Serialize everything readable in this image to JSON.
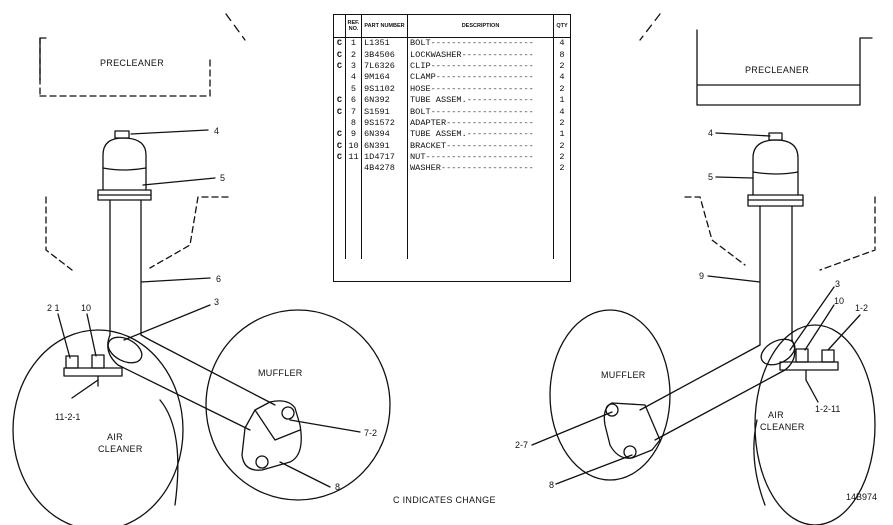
{
  "table": {
    "headers": {
      "ref": "REF. NO.",
      "part": "PART NUMBER",
      "description": "DESCRIPTION",
      "qty": "QTY"
    },
    "rows": [
      {
        "change": "C",
        "ref": "1",
        "part": "L1351",
        "description": "BOLT",
        "qty": "4"
      },
      {
        "change": "C",
        "ref": "2",
        "part": "3B4506",
        "description": "LOCKWASHER",
        "qty": "8"
      },
      {
        "change": "C",
        "ref": "3",
        "part": "7L6326",
        "description": "CLIP",
        "qty": "2"
      },
      {
        "change": "",
        "ref": "4",
        "part": "9M164",
        "description": "CLAMP",
        "qty": "4"
      },
      {
        "change": "",
        "ref": "5",
        "part": "9S1102",
        "description": "HOSE",
        "qty": "2"
      },
      {
        "change": "C",
        "ref": "6",
        "part": "6N392",
        "description": "TUBE ASSEM.",
        "qty": "1"
      },
      {
        "change": "C",
        "ref": "7",
        "part": "S1591",
        "description": "BOLT",
        "qty": "4"
      },
      {
        "change": "",
        "ref": "8",
        "part": "9S1572",
        "description": "ADAPTER",
        "qty": "2"
      },
      {
        "change": "C",
        "ref": "9",
        "part": "6N394",
        "description": "TUBE ASSEM.",
        "qty": "1"
      },
      {
        "change": "C",
        "ref": "10",
        "part": "6N391",
        "description": "BRACKET",
        "qty": "2"
      },
      {
        "change": "C",
        "ref": "11",
        "part": "1D4717",
        "description": "NUT",
        "qty": "2"
      },
      {
        "change": "",
        "ref": "",
        "part": "4B4278",
        "description": "WASHER",
        "qty": "2"
      }
    ]
  },
  "left_view": {
    "precleaner": "PRECLEANER",
    "muffler": "MUFFLER",
    "air_cleaner_line1": "AIR",
    "air_cleaner_line2": "CLEANER",
    "callouts": {
      "c4": "4",
      "c5": "5",
      "c6": "6",
      "c3": "3",
      "c2_1": "2 1",
      "c10": "10",
      "c11_2_1": "11-2-1",
      "c7_2": "7-2",
      "c8": "8"
    }
  },
  "right_view": {
    "precleaner": "PRECLEANER",
    "muffler": "MUFFLER",
    "air_cleaner_line1": "AIR",
    "air_cleaner_line2": "CLEANER",
    "callouts": {
      "c4": "4",
      "c5": "5",
      "c9": "9",
      "c3": "3",
      "c10": "10",
      "c1_2": "1-2",
      "c1_2_11": "1-2-11",
      "c2_7": "2-7",
      "c8": "8"
    }
  },
  "footer": {
    "change_note": "C INDICATES CHANGE",
    "drawing_number": "14B974"
  }
}
